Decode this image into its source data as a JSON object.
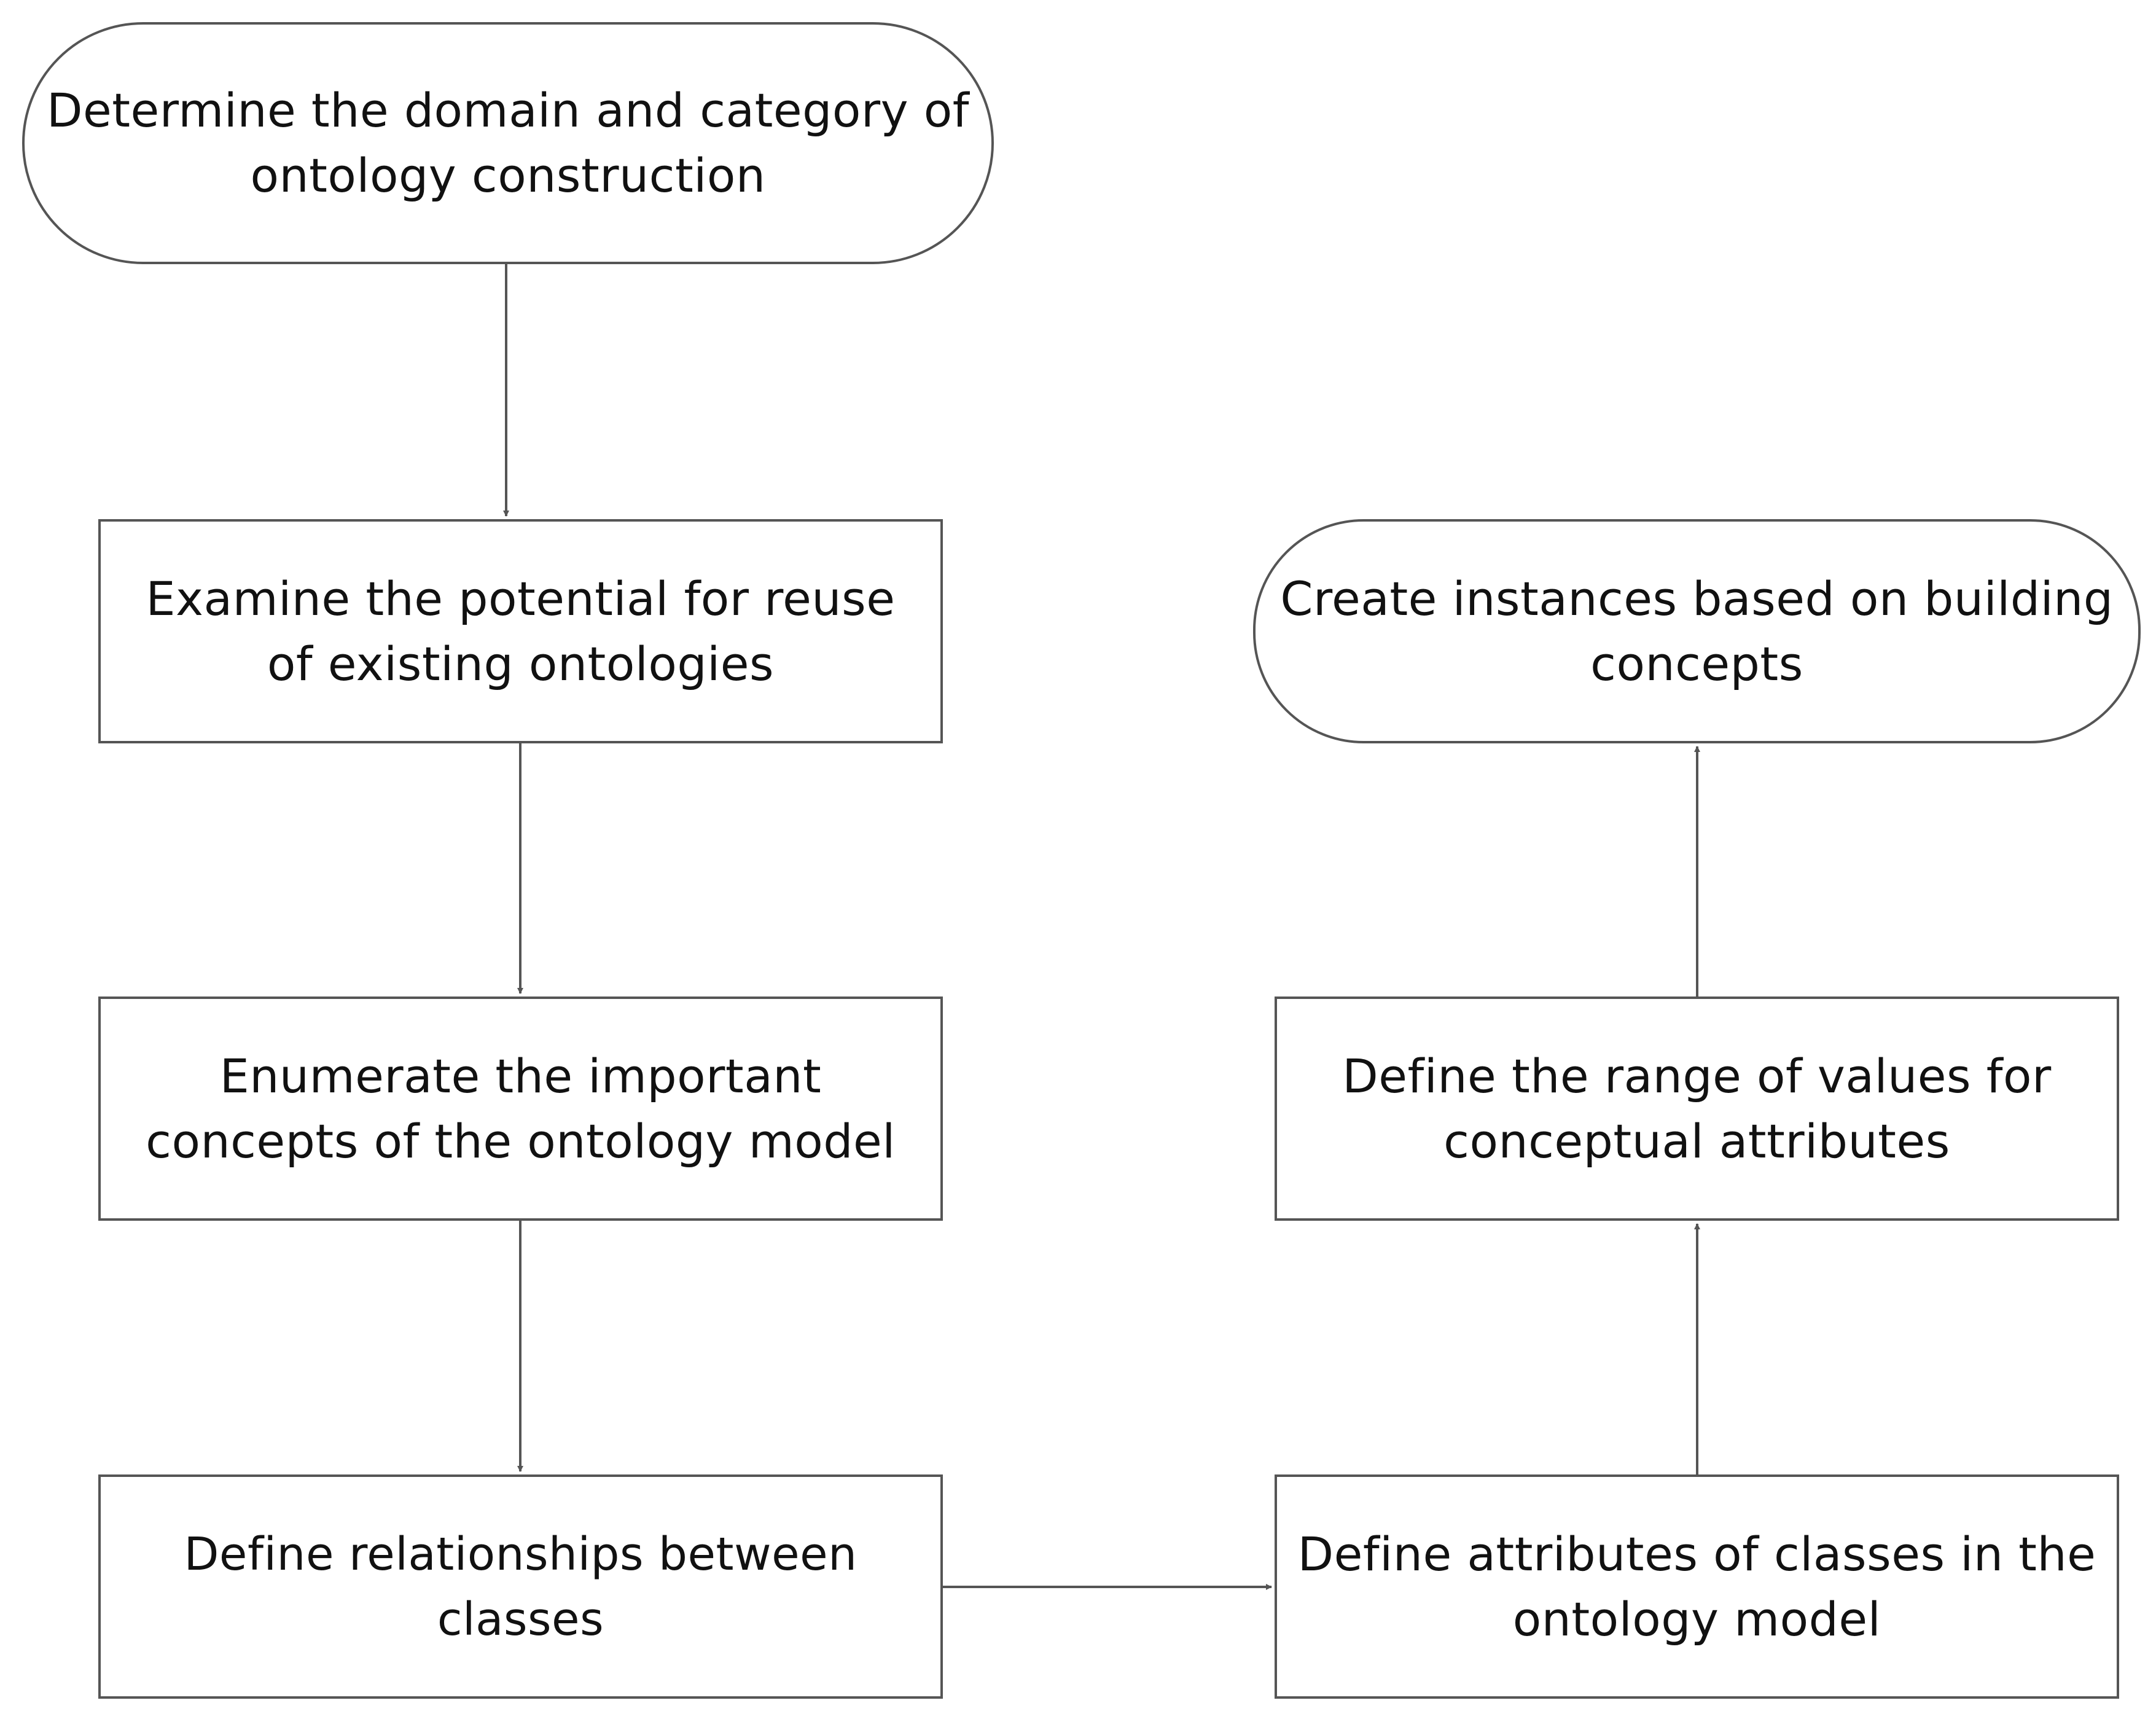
{
  "diagram": {
    "type": "flowchart",
    "nodes": [
      {
        "id": "n1",
        "shape": "terminal",
        "label": "Determine the domain and category of ontology construction"
      },
      {
        "id": "n2",
        "shape": "process",
        "label": "Examine the potential for reuse of existing ontologies"
      },
      {
        "id": "n3",
        "shape": "process",
        "label": "Enumerate the important concepts of the ontology model"
      },
      {
        "id": "n4",
        "shape": "process",
        "label": "Define relationships between classes"
      },
      {
        "id": "n5",
        "shape": "process",
        "label": "Define attributes of classes in the ontology model"
      },
      {
        "id": "n6",
        "shape": "process",
        "label": "Define the range of values for conceptual attributes"
      },
      {
        "id": "n7",
        "shape": "terminal",
        "label": "Create instances based on building concepts"
      }
    ],
    "edges": [
      {
        "from": "n1",
        "to": "n2"
      },
      {
        "from": "n2",
        "to": "n3"
      },
      {
        "from": "n3",
        "to": "n4"
      },
      {
        "from": "n4",
        "to": "n5"
      },
      {
        "from": "n5",
        "to": "n6"
      },
      {
        "from": "n6",
        "to": "n7"
      }
    ],
    "colors": {
      "stroke": "#555555",
      "text": "#111111",
      "background": "#ffffff"
    }
  }
}
